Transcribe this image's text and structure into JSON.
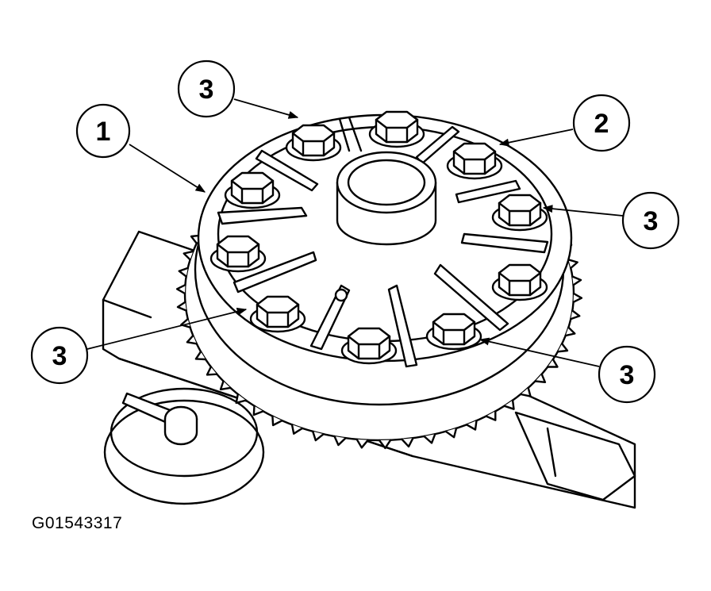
{
  "figure_id": "G01543317",
  "colors": {
    "ink": "#000000",
    "paper": "#ffffff"
  },
  "callouts": [
    {
      "id": "c1",
      "label": "1"
    },
    {
      "id": "c2",
      "label": "2"
    },
    {
      "id": "c3a",
      "label": "3"
    },
    {
      "id": "c3b",
      "label": "3"
    },
    {
      "id": "c3c",
      "label": "3"
    },
    {
      "id": "c3d",
      "label": "3"
    }
  ]
}
